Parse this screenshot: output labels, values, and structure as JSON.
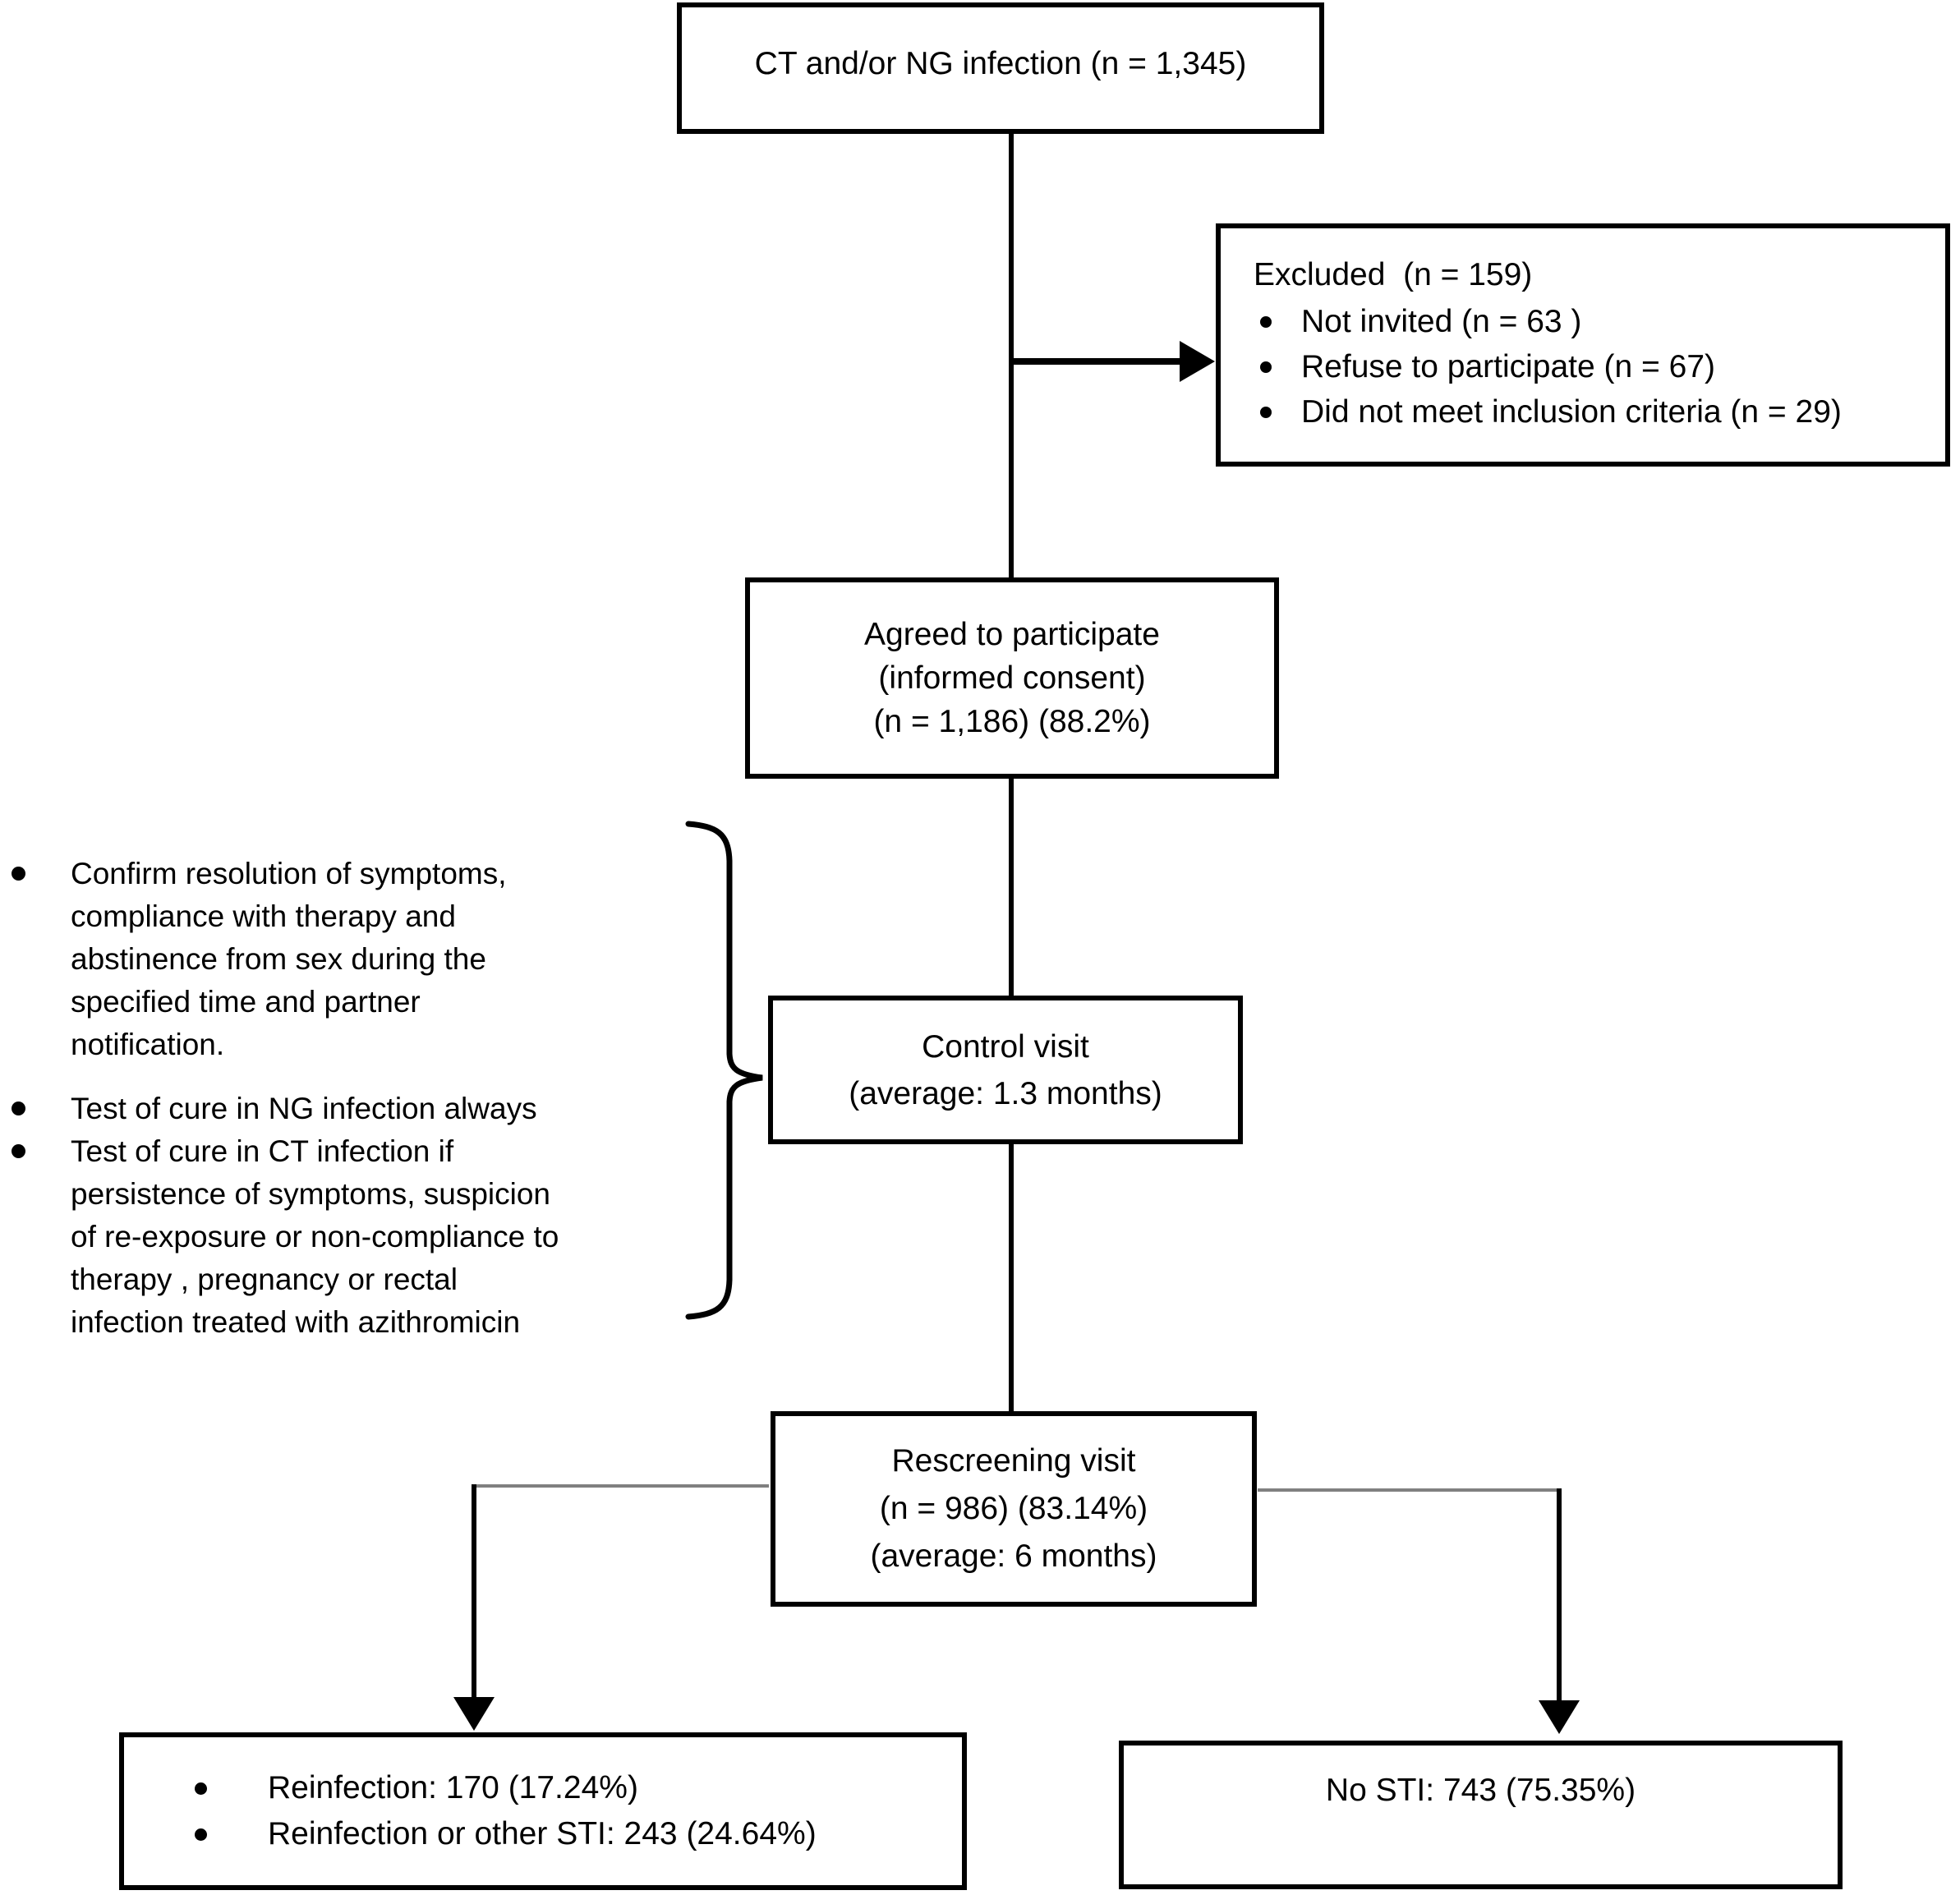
{
  "diagram": {
    "background": "#ffffff",
    "line_color": "#000000",
    "connector_gray": "#808080",
    "nodes": {
      "source": {
        "label": "CT and/or NG infection (n = 1,345)"
      },
      "excluded": {
        "title": "Excluded  (n = 159)",
        "items": [
          "Not invited (n = 63 )",
          "Refuse to participate (n = 67)",
          "Did not meet inclusion criteria (n = 29)"
        ]
      },
      "agreed": {
        "lines": [
          "Agreed to participate",
          "(informed consent)",
          "(n = 1,186) (88.2%)"
        ]
      },
      "control": {
        "lines": [
          "Control visit",
          "(average: 1.3 months)"
        ]
      },
      "rescreening": {
        "lines": [
          "Rescreening visit",
          "(n = 986) (83.14%)",
          "(average: 6 months)"
        ]
      },
      "outcome_reinfection": {
        "items": [
          "Reinfection: 170 (17.24%)",
          "Reinfection or other STI: 243 (24.64%)"
        ]
      },
      "outcome_no_sti": {
        "label": "No STI: 743 (75.35%)"
      }
    },
    "side_note": {
      "items": [
        {
          "lines": [
            "Confirm resolution of symptoms,",
            "compliance with therapy and",
            "abstinence from sex during the",
            "specified time and partner",
            "notification."
          ]
        },
        {
          "lines": [
            "Test of cure in NG infection always"
          ]
        },
        {
          "lines": [
            "Test of cure in CT infection if",
            "persistence of symptoms, suspicion",
            "of re-exposure or non-compliance to",
            "therapy , pregnancy or rectal",
            "infection treated with azithromicin"
          ]
        }
      ]
    }
  }
}
